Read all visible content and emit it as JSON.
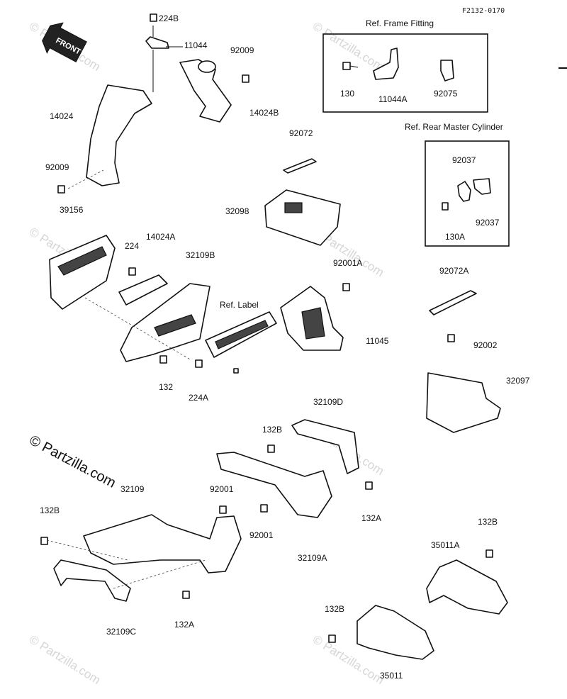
{
  "diagram_code": "F2132-0170",
  "watermark": "© Partzilla.com",
  "front_label": "FRONT",
  "callouts": {
    "ref_frame_fitting": "Ref. Frame Fitting",
    "ref_rear_master_cylinder": "Ref. Rear Master Cylinder",
    "ref_label": "Ref. Label"
  },
  "parts": {
    "p224B": "224B",
    "p11044": "11044",
    "p92009a": "92009",
    "p14024": "14024",
    "p14024B": "14024B",
    "p92009b": "92009",
    "p130": "130",
    "p11044A": "11044A",
    "p92075": "92075",
    "p92072": "92072",
    "p92037a": "92037",
    "p92037b": "92037",
    "p130A": "130A",
    "p39156": "39156",
    "p14024A": "14024A",
    "p224": "224",
    "p32109B": "32109B",
    "p32098": "32098",
    "p92001A": "92001A",
    "p92072A": "92072A",
    "p11045": "11045",
    "p92002": "92002",
    "p132a": "132",
    "p224A": "224A",
    "p32097": "32097",
    "p32109D": "32109D",
    "p132B_a": "132B",
    "p32109": "32109",
    "p92001a": "92001",
    "p92001b": "92001",
    "p132A_a": "132A",
    "p132B_b": "132B",
    "p32109A": "32109A",
    "p132B_c": "132B",
    "p35011A": "35011A",
    "p32109C": "32109C",
    "p132A_b": "132A",
    "p132B_d": "132B",
    "p35011": "35011"
  }
}
